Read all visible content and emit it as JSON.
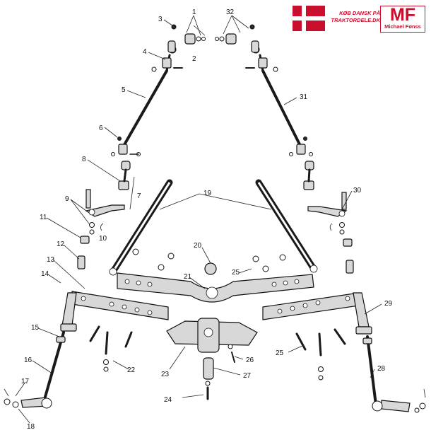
{
  "brand": {
    "slogan": "KØB DANSK PÅ\nTRAKTORDELE.DK",
    "mark": "MF",
    "name": "Michael Fønss",
    "colors": {
      "red": "#c8102e",
      "flag_cross": "#ffffff"
    }
  },
  "callouts": [
    "1",
    "2",
    "3",
    "4",
    "5",
    "6",
    "7",
    "8",
    "9",
    "10",
    "11",
    "12",
    "13",
    "14",
    "15",
    "16",
    "17",
    "18",
    "19",
    "20",
    "21",
    "22",
    "23",
    "24",
    "25",
    "25",
    "26",
    "27",
    "28",
    "29",
    "30",
    "31",
    "32"
  ]
}
